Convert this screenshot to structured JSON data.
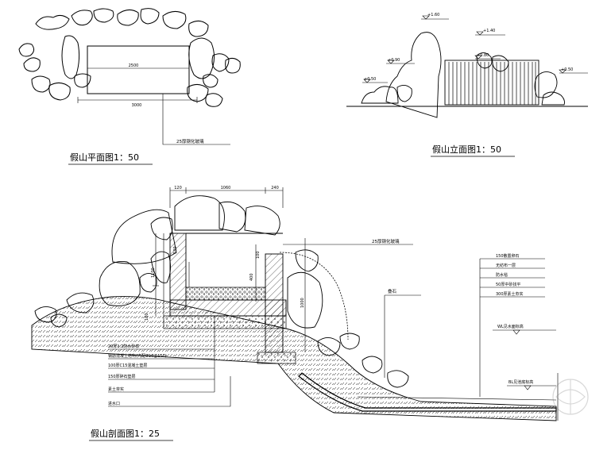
{
  "plan": {
    "title": "假山平面图1：50",
    "dim_inner": "2500",
    "dim_outer": "3000",
    "glass_note": "25厚钢化玻璃"
  },
  "elevation": {
    "title": "假山立面图1：50",
    "levels": [
      "+1.60",
      "+1.40",
      "+0.90",
      "+0.80",
      "+0.50",
      "+0.50"
    ]
  },
  "section": {
    "title": "假山剖面图1：25",
    "top_dims": [
      "120",
      "1060",
      "240"
    ],
    "glass_note": "25厚钢化玻璃",
    "rock_label": "叠石",
    "pool_layers": [
      "150散置卵石",
      "无纺布一层",
      "防水毯",
      "50厚中砂找平",
      "300厚素土夯实"
    ],
    "water_level": "WL见水面标高",
    "bottom_level": "BL见池底标高",
    "wall_layers": [
      "20厚1:2防水砂浆",
      "钢筋混凝土结构(内配Φ10@150)",
      "100厚C15混凝土垫层",
      "150厚碎石垫层",
      "素土夯实"
    ],
    "inlet": "进水口",
    "dims_vertical": [
      "180",
      "1100",
      "100",
      "400",
      "180",
      "1000"
    ]
  }
}
